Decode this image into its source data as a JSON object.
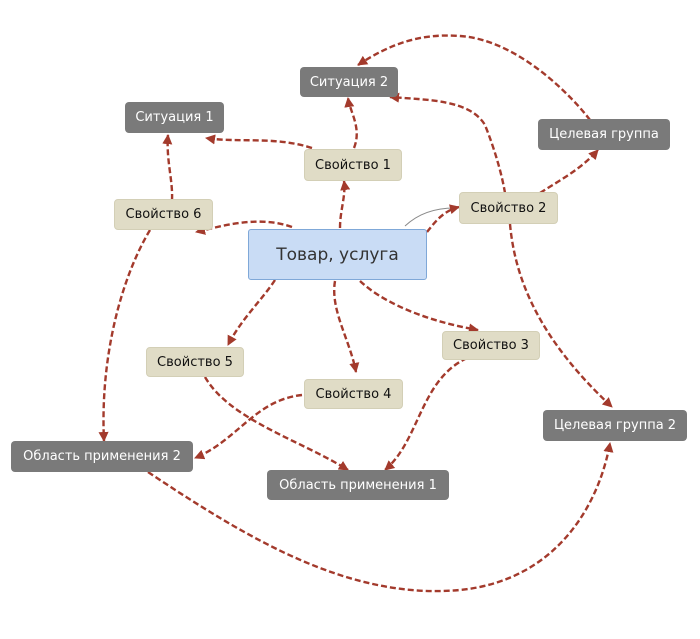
{
  "center": {
    "label": "Товар, услуга"
  },
  "properties": [
    {
      "id": "s1",
      "label": "Свойство 1"
    },
    {
      "id": "s2",
      "label": "Свойство 2"
    },
    {
      "id": "s3",
      "label": "Свойство 3"
    },
    {
      "id": "s4",
      "label": "Свойство 4"
    },
    {
      "id": "s5",
      "label": "Свойство 5"
    },
    {
      "id": "s6",
      "label": "Свойство 6"
    }
  ],
  "situations": [
    {
      "id": "sit1",
      "label": "Ситуация 1"
    },
    {
      "id": "sit2",
      "label": "Ситуация 2"
    }
  ],
  "target_groups": [
    {
      "id": "tg1",
      "label": "Целевая группа"
    },
    {
      "id": "tg2",
      "label": "Целевая группа 2"
    }
  ],
  "application_areas": [
    {
      "id": "ap1",
      "label": "Область применения 1"
    },
    {
      "id": "ap2",
      "label": "Область применения 2"
    }
  ],
  "colors": {
    "arrow": "#a33a2c",
    "connector": "#8a8a8a",
    "dark_node": "#7a7a7a",
    "property_node": "#e0dcc6",
    "center_node": "#c9dcf5"
  }
}
